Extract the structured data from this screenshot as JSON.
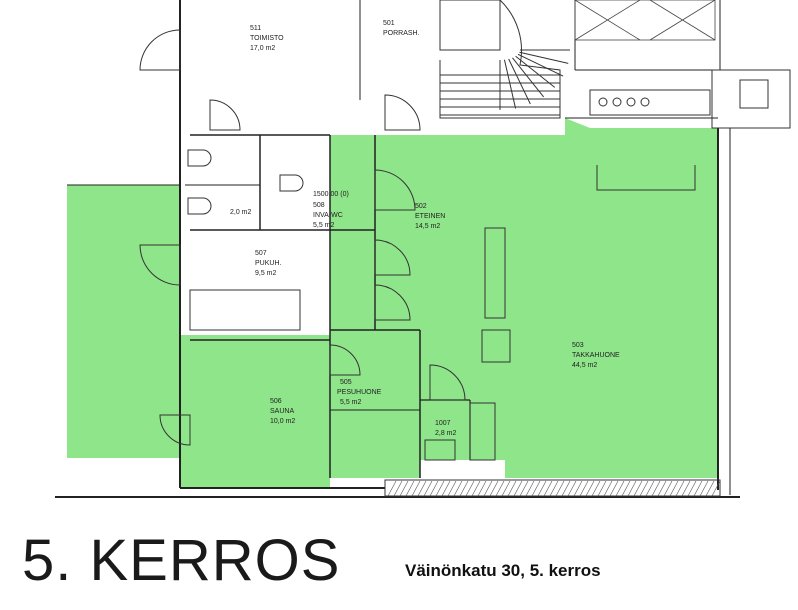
{
  "floor_title": "5. KERROS",
  "address": "Väinönkatu 30, 5. kerros",
  "colors": {
    "highlight": "#8fe58a",
    "wall": "#222222"
  },
  "rooms": {
    "toimisto": {
      "number": "511",
      "name": "TOIMISTO",
      "area": "17,0 m2"
    },
    "porrash": {
      "number": "501",
      "name": "PORRASH."
    },
    "inva_wc": {
      "number": "508",
      "name": "INVA-WC",
      "area": "5,5 m2"
    },
    "wc_small": {
      "area": "2,0 m2"
    },
    "eteinen": {
      "number": "502",
      "name": "ETEINEN",
      "area": "14,5 m2"
    },
    "pukuh": {
      "number": "507",
      "name": "PUKUH.",
      "area": "9,5 m2"
    },
    "takkahuone": {
      "number": "503",
      "name": "TAKKAHUONE",
      "area": "44,5 m2"
    },
    "sauna": {
      "number": "506",
      "name": "SAUNA",
      "area": "10,0 m2"
    },
    "pesuhuone": {
      "number": "505",
      "name": "PESUHUONE",
      "area": "5,5 m2"
    },
    "small_room": {
      "number": "1007",
      "area": "2,8 m2"
    }
  },
  "dimension_note": "1500.00 (0)"
}
